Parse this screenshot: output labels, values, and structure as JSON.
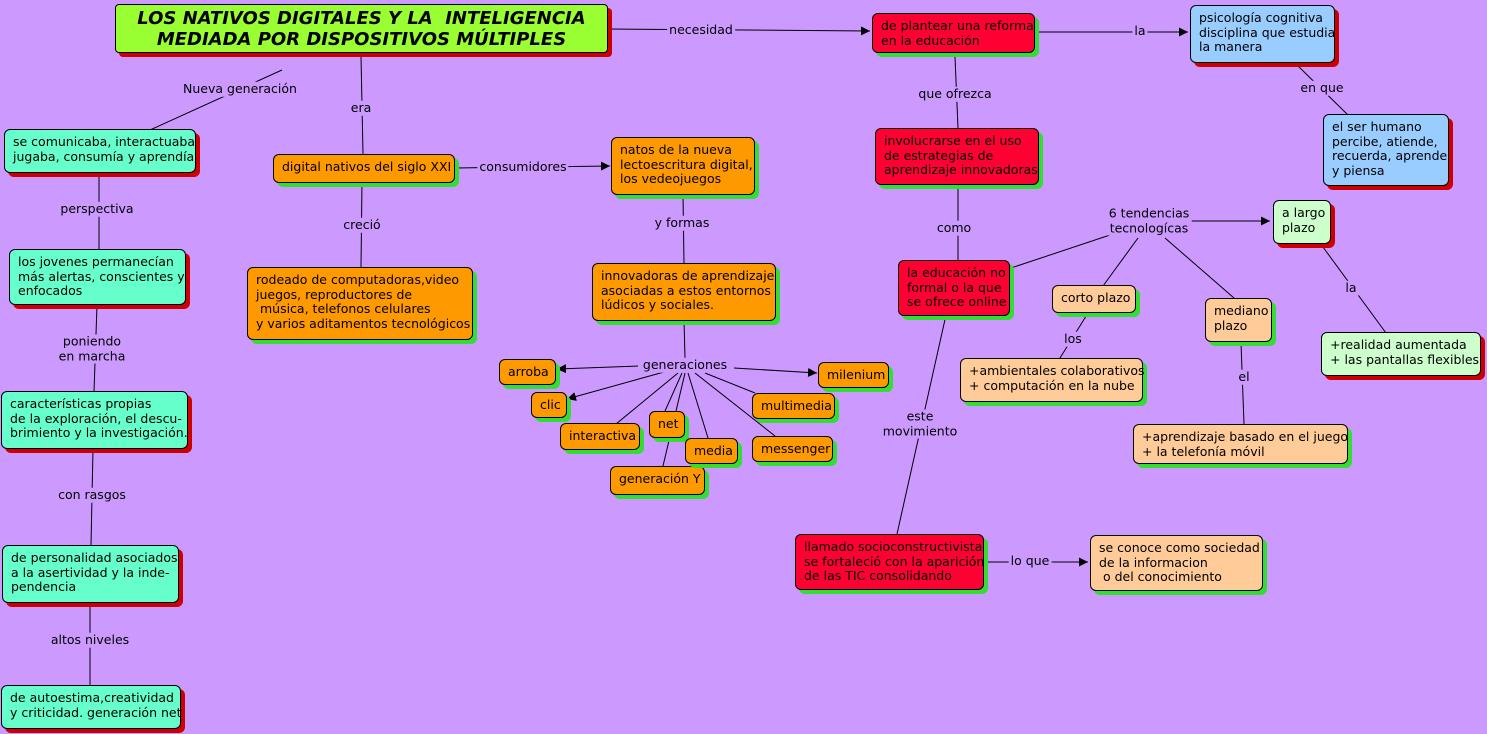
{
  "colors": {
    "background": "#cc99ff",
    "title_fill": "#99ff33",
    "teal": "#66ffcc",
    "orange": "#ff9900",
    "red": "#ff0033",
    "blue": "#99ccff",
    "peach": "#ffcc99",
    "lightgreen": "#ccffcc",
    "shadow_red": "#cc0000",
    "shadow_green": "#33dd33"
  },
  "title": "LOS NATIVOS DIGITALES Y LA  INTELIGENCIA\nMEDIADA POR DISPOSITIVOS MÚLTIPLES",
  "nodes": {
    "comunicaba": "se comunicaba, interactuaba\njugaba, consumía y aprendía",
    "jovenes": "los jovenes permanecían\nmás alertas, conscientes y\nenfocados",
    "caracteristicas": "características propias\nde la exploración, el descu-\nbrimiento y la investigación.",
    "personalidad": "de personalidad asociados\na la asertividad y la inde-\npendencia",
    "autoestima": "de autoestima,creatividad\ny criticidad. generación net",
    "digital_nativos": "digital nativos del siglo XXI",
    "rodeado": "rodeado de computadoras,video\njuegos, reproductores de\n música, telefonos celulares\ny varios aditamentos tecnológicos",
    "natos": "natos de la nueva\nlectoescritura digital,\nlos vedeojuegos",
    "innovadoras": "innovadoras de aprendizaje\nasociadas a estos entornos\nlúdicos y sociales.",
    "arroba": "arroba",
    "clic": "clic",
    "interactiva": "interactiva",
    "net": "net",
    "generacion_y": "generación Y",
    "media": "media",
    "messenger": "messenger",
    "multimedia": "multimedia",
    "milenium": "milenium",
    "reforma": "de plantear una reforma\nen la educación",
    "involucrarse": "involucrarse en el uso\nde estrategias de\naprendizaje innovadoras",
    "educacion_no_formal": "la educación no\nformal o la que\nse ofrece online",
    "socioconstructivista": "llamado socioconstructivista\nse fortaleció con la aparición\nde las TIC consolidando",
    "sociedad": "se conoce como sociedad\nde la informacion\n o del conocimiento",
    "psicologia": "psicología cognitiva\ndisciplina que estudia\nla manera",
    "ser_humano": "el ser humano\npercibe, atiende,\nrecuerda, aprende\ny piensa",
    "largo_plazo": "a largo\nplazo",
    "realidad": "+realidad aumentada\n+ las pantallas flexibles",
    "corto_plazo": "corto plazo",
    "ambientales": "+ambientales colaborativos\n+ computación en la nube",
    "mediano_plazo": "mediano\nplazo",
    "aprendizaje_juego": "+aprendizaje basado en el juego\n+ la telefonía móvil"
  },
  "links": {
    "nueva_generacion": "Nueva generación",
    "era": "era",
    "necesidad": "necesidad",
    "la_1": "la",
    "perspectiva": "perspectiva",
    "poniendo": "poniendo\nen marcha",
    "con_rasgos": "con rasgos",
    "altos_niveles": "altos niveles",
    "consumidores": "consumidores",
    "crecio": "creció",
    "y_formas": "y formas",
    "generaciones": "generaciones",
    "que_ofrezca": "que ofrezca",
    "como": "como",
    "este_movimiento": "este\nmovimiento",
    "lo_que": "lo que",
    "en_que": "en que",
    "tendencias": "6 tendencias\ntecnologícas",
    "la_2": "la",
    "los": "los",
    "el": "el"
  }
}
